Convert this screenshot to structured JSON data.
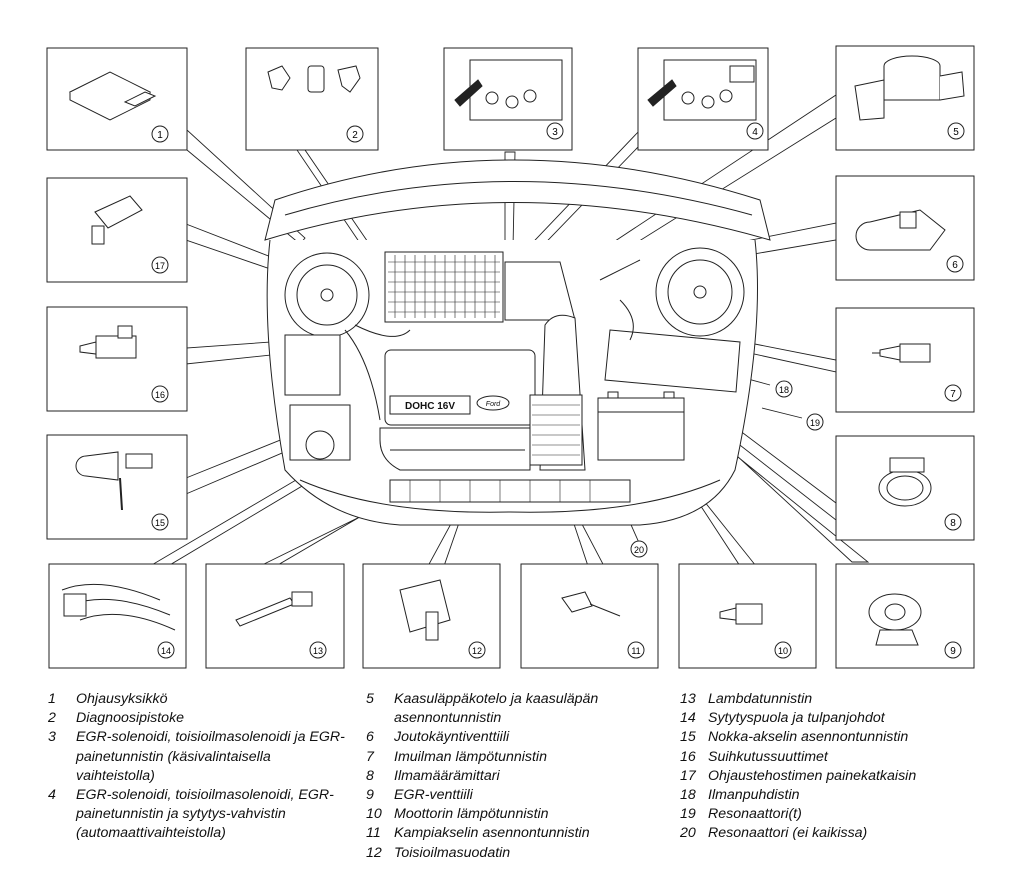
{
  "callouts": [
    "1",
    "2",
    "3",
    "4",
    "5",
    "6",
    "7",
    "8",
    "9",
    "10",
    "11",
    "12",
    "13",
    "14",
    "15",
    "16",
    "17",
    "18",
    "19",
    "20"
  ],
  "engine_labels": {
    "head_text": "DOHC 16V",
    "brand": "Ford"
  },
  "legend": {
    "col1": [
      {
        "num": "1",
        "text": "Ohjausyksikkö"
      },
      {
        "num": "2",
        "text": "Diagnoosipistoke"
      },
      {
        "num": "3",
        "text": "EGR-solenoidi, toisioilmasolenoidi ja EGR-painetunnistin (käsivalintaisella vaihteistolla)"
      },
      {
        "num": "4",
        "text": "EGR-solenoidi, toisioilmasolenoidi, EGR-painetunnistin ja sytytys-vahvistin (automaattivaihteistolla)"
      }
    ],
    "col2": [
      {
        "num": "5",
        "text": "Kaasuläppäkotelo ja kaasuläpän asennontunnistin"
      },
      {
        "num": "6",
        "text": "Joutokäyntiventtiili"
      },
      {
        "num": "7",
        "text": "Imuilman lämpötunnistin"
      },
      {
        "num": "8",
        "text": "Ilmamäärämittari"
      },
      {
        "num": "9",
        "text": "EGR-venttiili"
      },
      {
        "num": "10",
        "text": "Moottorin lämpötunnistin"
      },
      {
        "num": "11",
        "text": "Kampiakselin asennontunnistin"
      },
      {
        "num": "12",
        "text": "Toisioilmasuodatin"
      }
    ],
    "col3": [
      {
        "num": "13",
        "text": "Lambdatunnistin"
      },
      {
        "num": "14",
        "text": "Sytytyspuola ja tulpanjohdot"
      },
      {
        "num": "15",
        "text": "Nokka-akselin asennontunnistin"
      },
      {
        "num": "16",
        "text": "Suihkutussuuttimet"
      },
      {
        "num": "17",
        "text": "Ohjaustehostimen painekatkaisin"
      },
      {
        "num": "18",
        "text": "Ilmanpuhdistin"
      },
      {
        "num": "19",
        "text": "Resonaattori(t)"
      },
      {
        "num": "20",
        "text": "Resonaattori (ei kaikissa)"
      }
    ]
  }
}
